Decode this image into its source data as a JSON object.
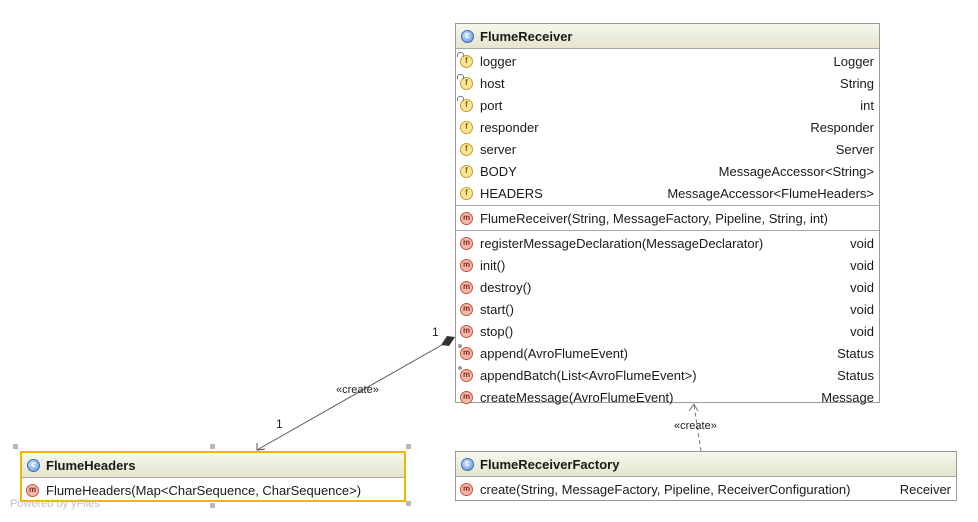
{
  "watermark": "Powered by yFiles",
  "class_icon": "class-c-icon",
  "receiver": {
    "title": "FlumeReceiver",
    "fields": [
      {
        "name": "logger",
        "type": "Logger",
        "icon": "static-final-field-icon"
      },
      {
        "name": "host",
        "type": "String",
        "icon": "final-field-icon"
      },
      {
        "name": "port",
        "type": "int",
        "icon": "final-field-icon"
      },
      {
        "name": "responder",
        "type": "Responder",
        "icon": "field-icon"
      },
      {
        "name": "server",
        "type": "Server",
        "icon": "field-icon"
      },
      {
        "name": "BODY",
        "type": "MessageAccessor<String>",
        "icon": "field-icon"
      },
      {
        "name": "HEADERS",
        "type": "MessageAccessor<FlumeHeaders>",
        "icon": "field-icon"
      }
    ],
    "constructors": [
      {
        "name": "FlumeReceiver(String, MessageFactory, Pipeline, String, int)",
        "type": "",
        "icon": "method-icon"
      }
    ],
    "methods": [
      {
        "name": "registerMessageDeclaration(MessageDeclarator)",
        "type": "void",
        "icon": "method-icon"
      },
      {
        "name": "init()",
        "type": "void",
        "icon": "method-icon"
      },
      {
        "name": "destroy()",
        "type": "void",
        "icon": "method-icon"
      },
      {
        "name": "start()",
        "type": "void",
        "icon": "method-icon"
      },
      {
        "name": "stop()",
        "type": "void",
        "icon": "method-icon"
      },
      {
        "name": "append(AvroFlumeEvent)",
        "type": "Status",
        "icon": "override-method-icon"
      },
      {
        "name": "appendBatch(List<AvroFlumeEvent>)",
        "type": "Status",
        "icon": "override-method-icon"
      },
      {
        "name": "createMessage(AvroFlumeEvent)",
        "type": "Message",
        "icon": "method-icon"
      }
    ]
  },
  "headers": {
    "title": "FlumeHeaders",
    "methods": [
      {
        "name": "FlumeHeaders(Map<CharSequence, CharSequence>)",
        "type": "",
        "icon": "method-icon"
      }
    ]
  },
  "factory": {
    "title": "FlumeReceiverFactory",
    "methods": [
      {
        "name": "create(String, MessageFactory, Pipeline, ReceiverConfiguration)",
        "type": "Receiver",
        "icon": "method-icon"
      }
    ]
  },
  "edges": {
    "composition": {
      "label": "«create»",
      "source_multiplicity": "1",
      "target_multiplicity": "1"
    },
    "dependency": {
      "label": "«create»"
    }
  }
}
